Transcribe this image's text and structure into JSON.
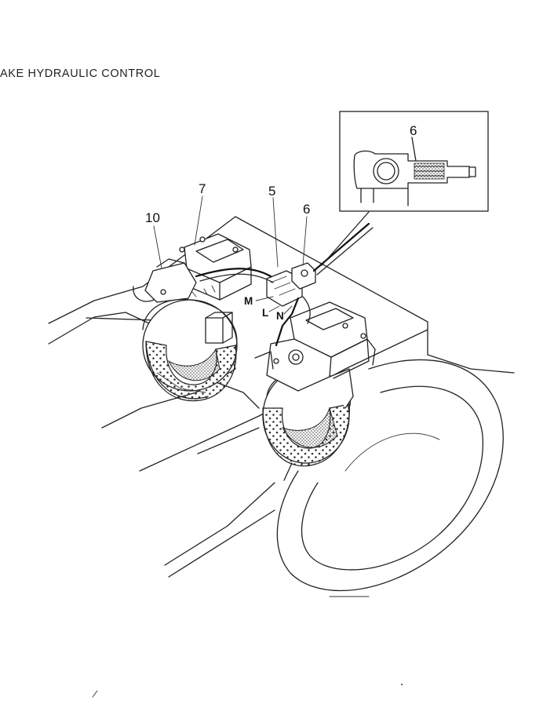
{
  "title": "AKE HYDRAULIC CONTROL",
  "callouts": {
    "c10": "10",
    "c7": "7",
    "c5": "5",
    "c6": "6",
    "c6_inset": "6",
    "cM": "M",
    "cL": "L",
    "cN": "N"
  }
}
